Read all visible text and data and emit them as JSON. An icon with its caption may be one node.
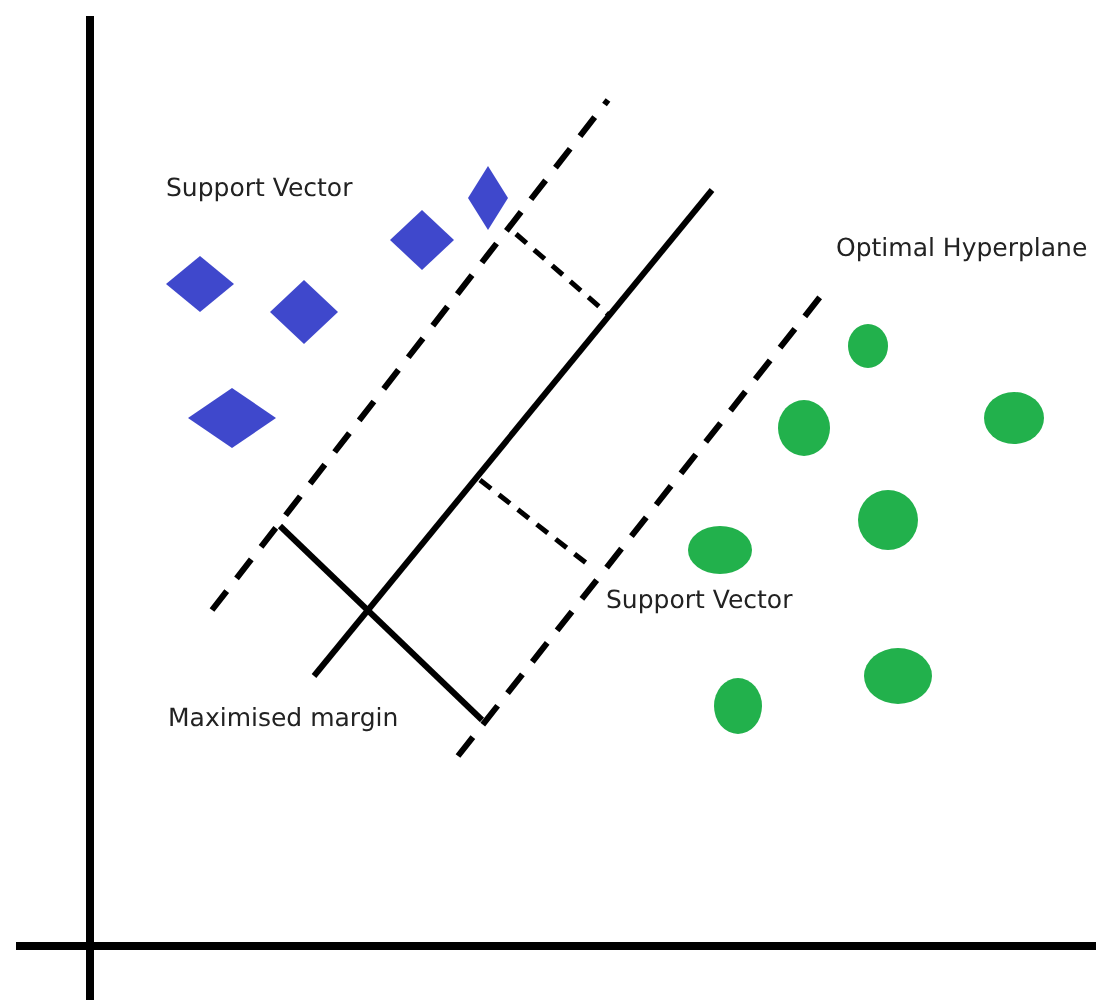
{
  "diagram": {
    "labels": [
      "Support Vector",
      "Optimal Hyperplane",
      "Support Vector",
      "Maximised margin"
    ]
  }
}
